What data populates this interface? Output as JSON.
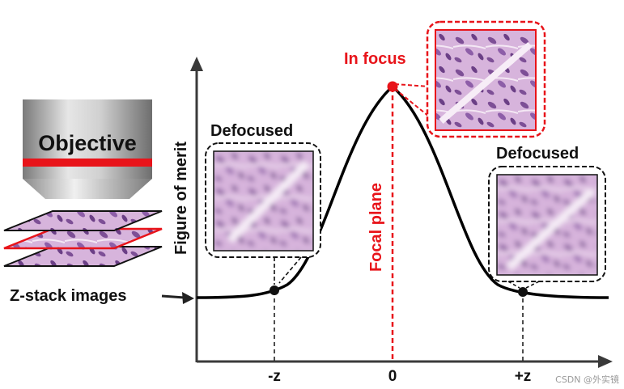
{
  "objective": {
    "label": "Objective"
  },
  "stack": {
    "label": "Z-stack images"
  },
  "axes": {
    "ylabel": "Figure of merit",
    "ticks": {
      "minus": "-z",
      "zero": "0",
      "plus": "+z"
    }
  },
  "labels": {
    "in_focus": "In focus",
    "focal_plane": "Focal plane",
    "defocused_left": "Defocused",
    "defocused_right": "Defocused"
  },
  "watermark": "CSDN @外实镜",
  "colors": {
    "accent": "#e8141a",
    "curve": "#000000",
    "tissue_base": "#d9b8dc",
    "tissue_dark": "#8a5aa0"
  }
}
